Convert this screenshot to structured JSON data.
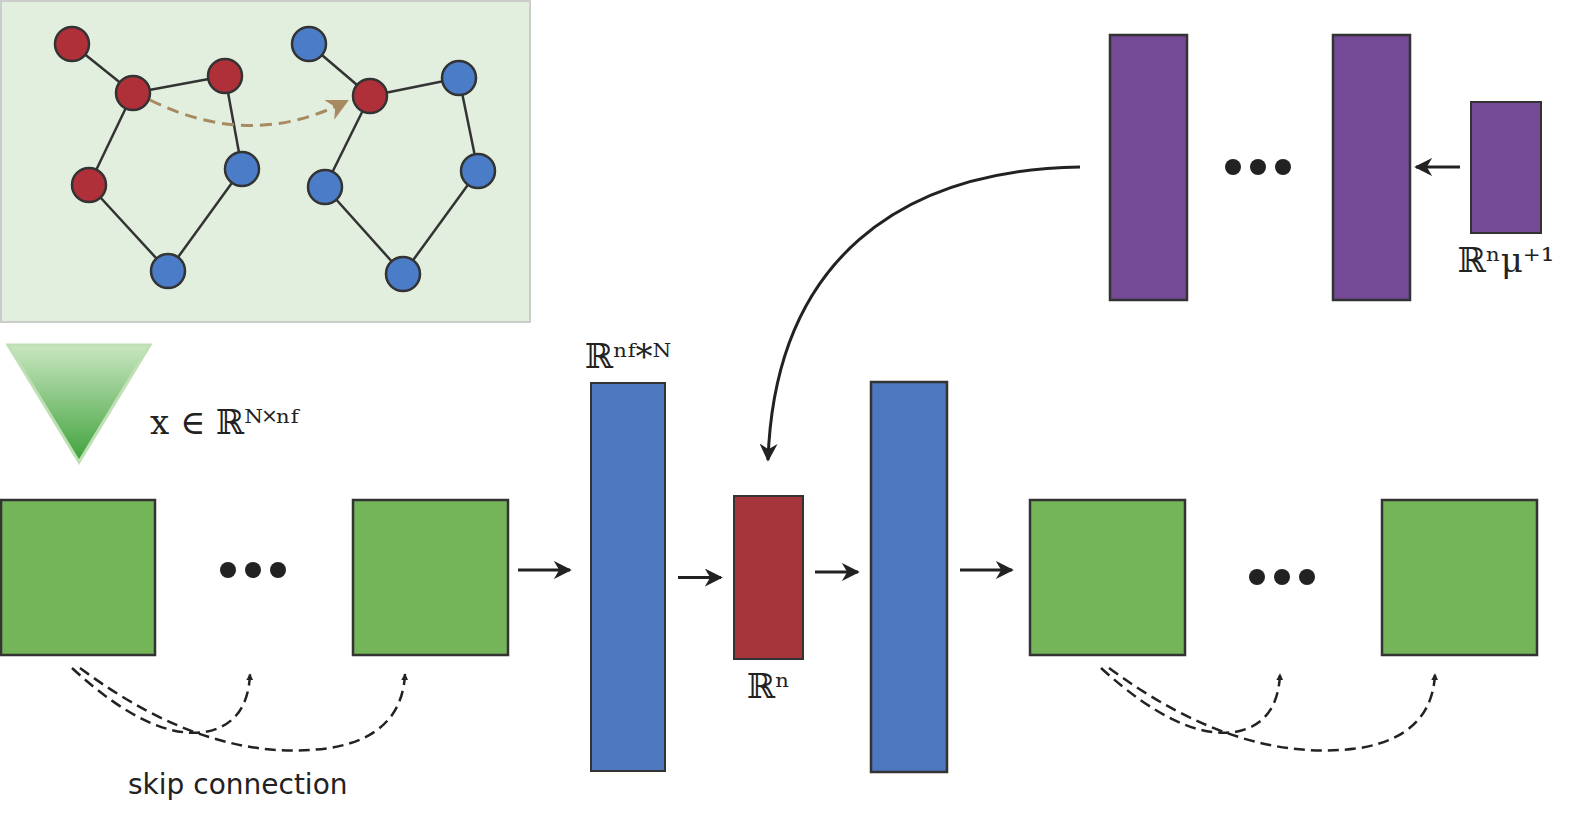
{
  "diagram": {
    "nodes": [
      {
        "text": [
          "ℝⁿᶠ*ᴺ"
        ]
      },
      {
        "text": [
          "ℝⁿ"
        ]
      },
      {
        "text": [
          "ℝⁿμ⁺¹"
        ]
      }
    ],
    "edges": [
      {
        "from": 0,
        "to": 1,
        "arrow": "to"
      }
    ],
    "labels": [
      "x ∈ ℝᴺ˟ⁿᶠ",
      "skip connection"
    ]
  }
}
